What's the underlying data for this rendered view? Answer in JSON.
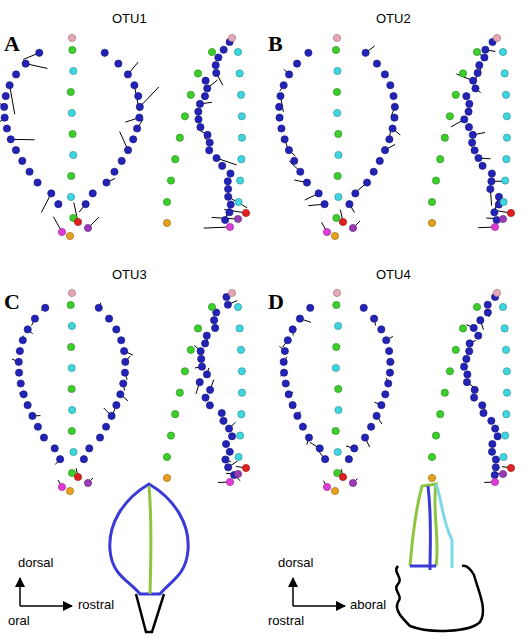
{
  "diagram": {
    "labels": [
      "A",
      "OTU1",
      "B",
      "OTU2",
      "C",
      "OTU3",
      "D",
      "OTU4",
      "dorsal",
      "oral",
      "rostral",
      "dorsal",
      "rostral",
      "aboral"
    ]
  }
}
